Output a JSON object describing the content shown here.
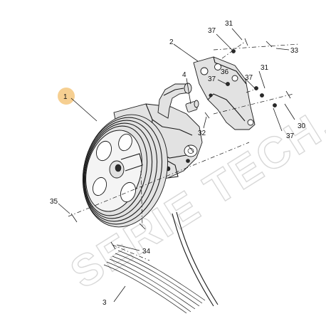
{
  "watermark": {
    "text": "SERIE TECH.COM"
  },
  "highlight": {
    "color": "#f5c77e",
    "item": "1"
  },
  "callouts": {
    "c1": "1",
    "c2": "2",
    "c3": "3",
    "c4": "4",
    "c30": "30",
    "c31a": "31",
    "c31b": "31",
    "c32": "32",
    "c33": "33",
    "c34": "34",
    "c35": "35",
    "c36": "36",
    "c37a": "37",
    "c37b": "37",
    "c37c": "37",
    "c37d": "37"
  }
}
